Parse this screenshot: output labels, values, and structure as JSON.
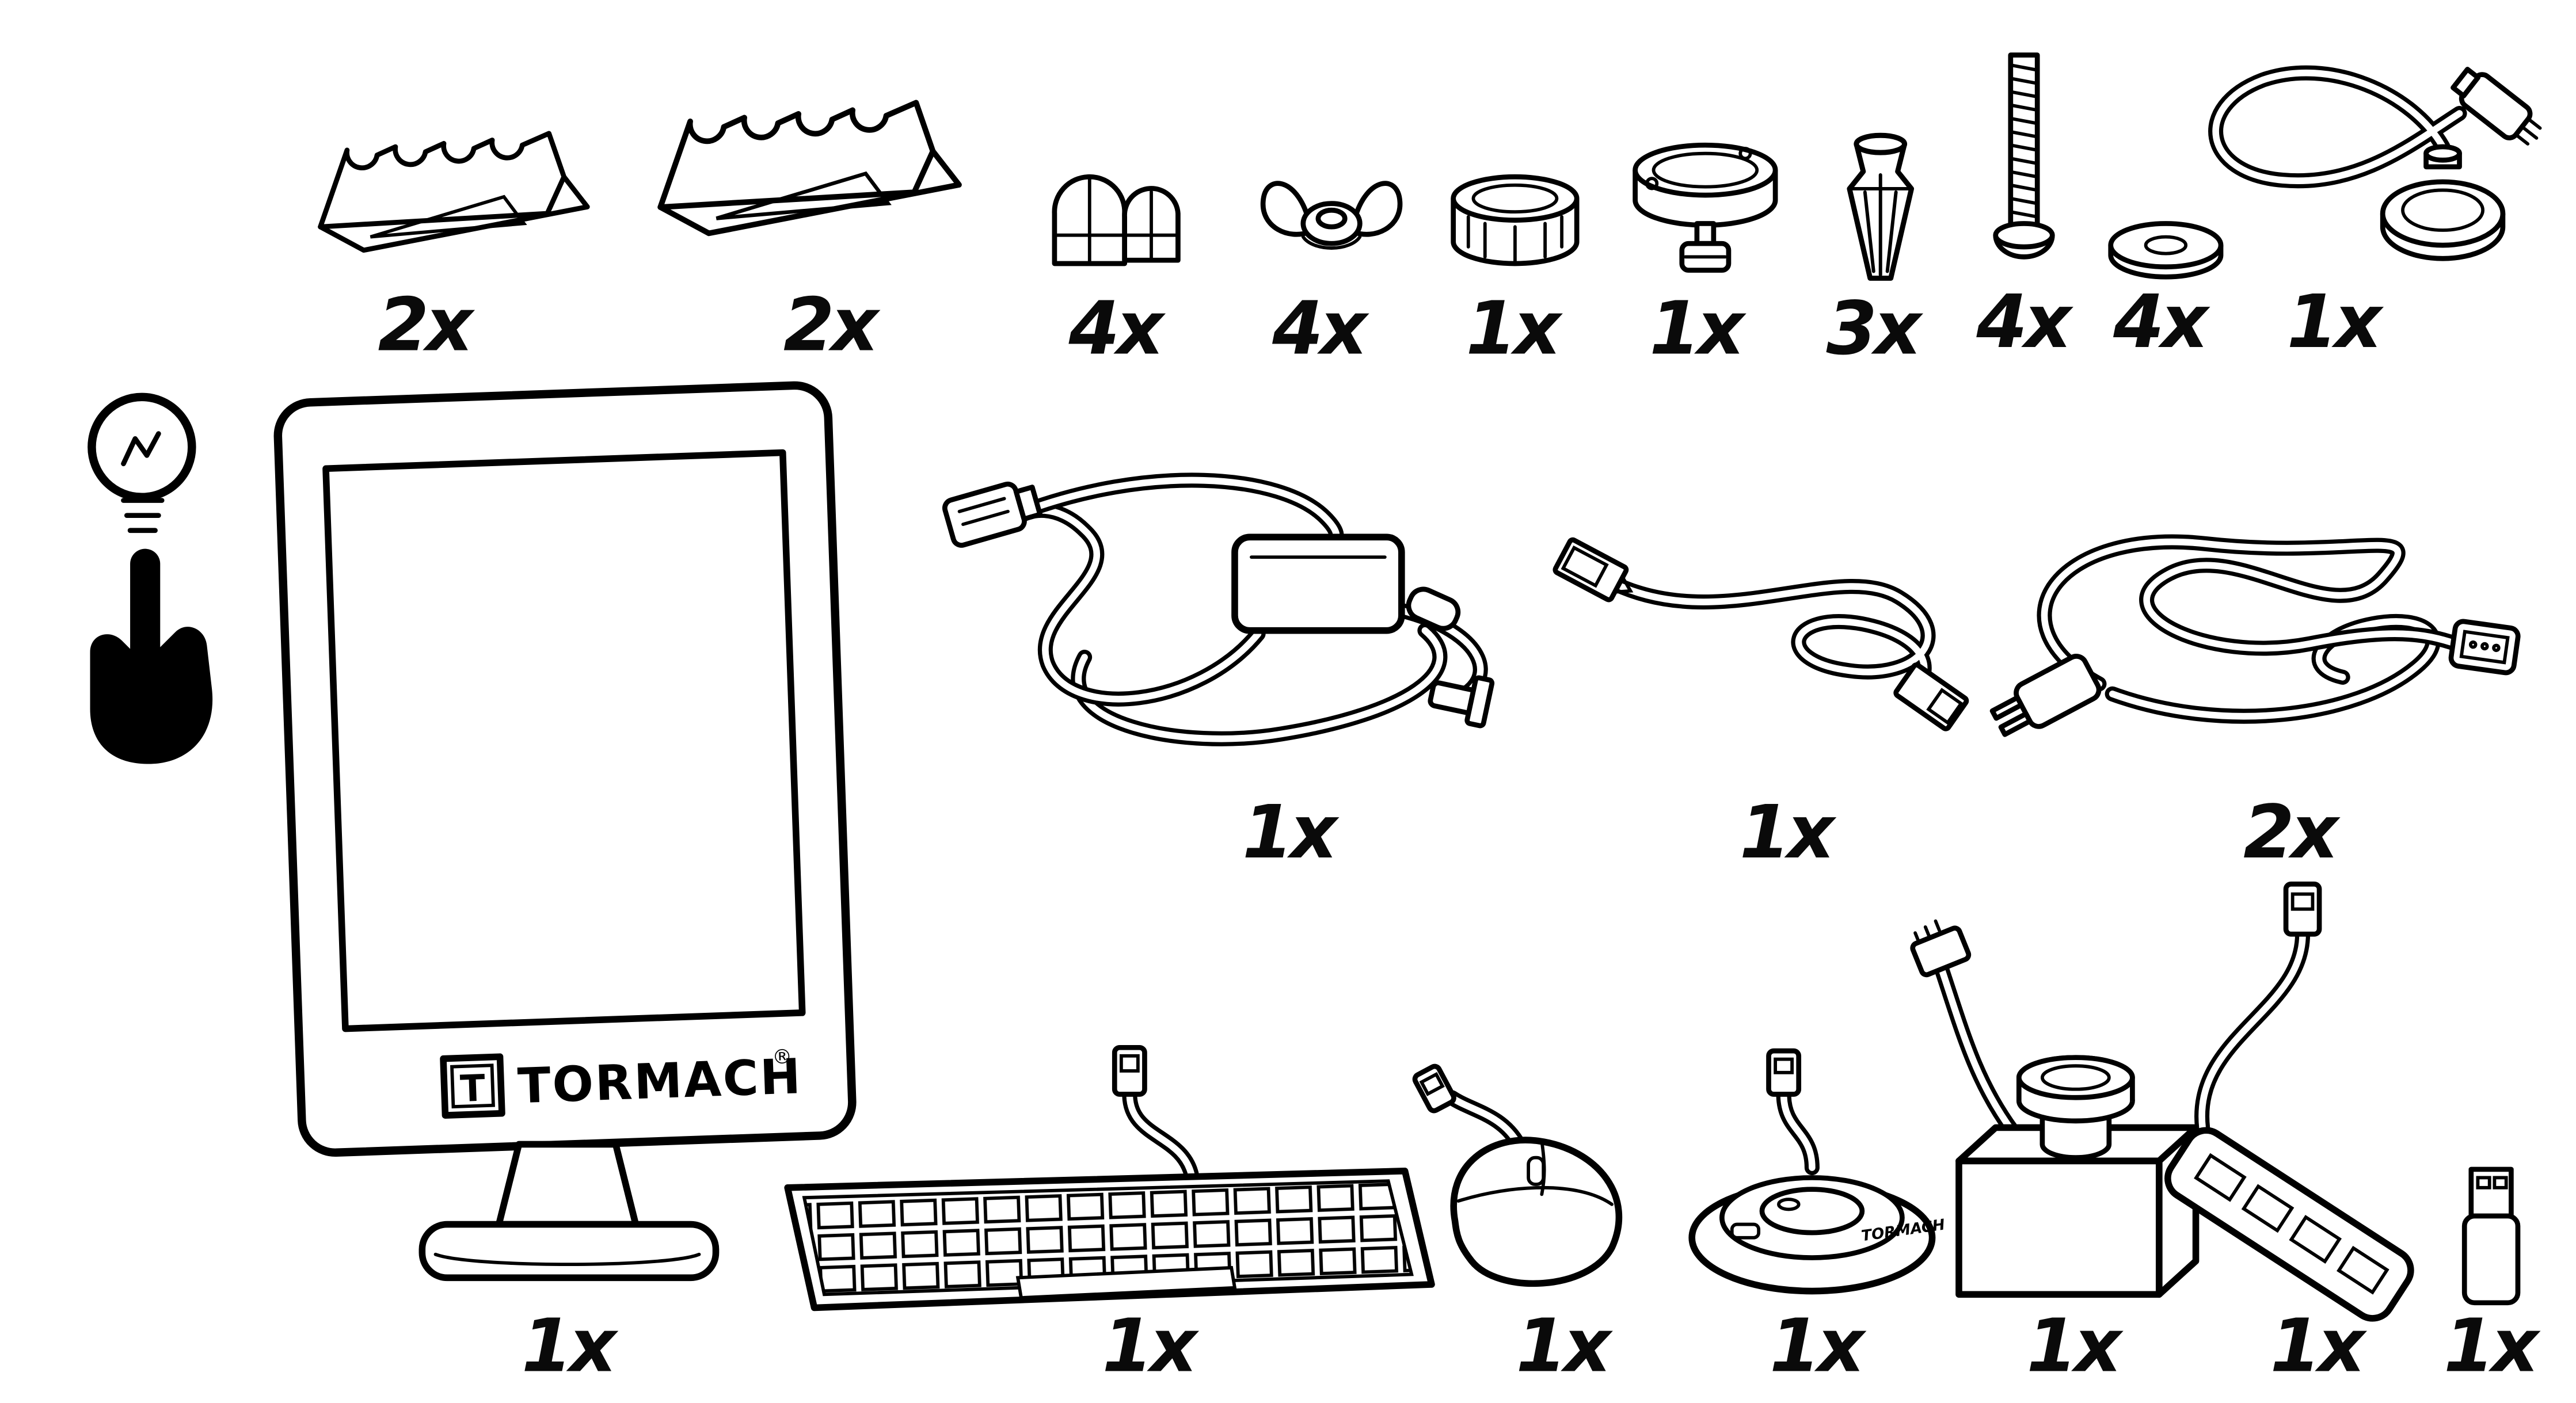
{
  "figure": {
    "type": "parts-inventory-diagram",
    "background": "#ffffff",
    "line_color": "#000000"
  },
  "brand": {
    "logo_letter": "T",
    "name": "TORMACH",
    "registered_mark": "®"
  },
  "note_icon": "lightbulb-pointing-hand",
  "items": [
    {
      "name": "tool-holder-rack-1",
      "qty": "2x"
    },
    {
      "name": "tool-holder-rack-2",
      "qty": "2x"
    },
    {
      "name": "clamp-block",
      "qty": "4x"
    },
    {
      "name": "wing-nut",
      "qty": "4x"
    },
    {
      "name": "threaded-ring",
      "qty": "1x"
    },
    {
      "name": "locking-collar",
      "qty": "1x"
    },
    {
      "name": "collet",
      "qty": "3x"
    },
    {
      "name": "bolt",
      "qty": "4x"
    },
    {
      "name": "washer",
      "qty": "4x"
    },
    {
      "name": "probe-cable-assembly",
      "qty": "1x"
    },
    {
      "name": "monitor",
      "qty": "1x"
    },
    {
      "name": "power-supply-cable",
      "qty": "1x"
    },
    {
      "name": "ethernet-cable",
      "qty": "1x"
    },
    {
      "name": "power-cord",
      "qty": "2x"
    },
    {
      "name": "keyboard",
      "qty": "1x"
    },
    {
      "name": "mouse",
      "qty": "1x"
    },
    {
      "name": "speed-dial",
      "qty": "1x"
    },
    {
      "name": "emergency-stop-button",
      "qty": "1x"
    },
    {
      "name": "usb-hub",
      "qty": "1x"
    },
    {
      "name": "usb-flash-drive",
      "qty": "1x"
    }
  ]
}
